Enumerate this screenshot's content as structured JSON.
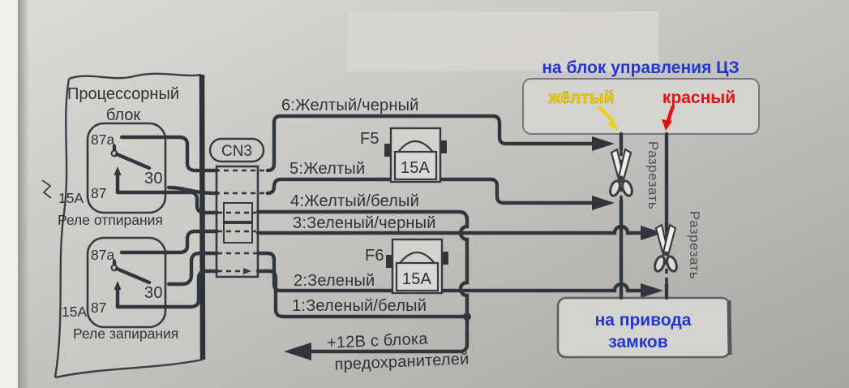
{
  "diagram": {
    "processor_block": {
      "title_line1": "Процессорный",
      "title_line2": "блок",
      "relay_unlock_name": "Реле отпирания",
      "relay_lock_name": "Реле запирания",
      "pin_87a": "87а",
      "pin_30": "30",
      "pin_87": "87",
      "relay_rating": "15А"
    },
    "connector": {
      "label": "CN3"
    },
    "wires": [
      {
        "num_label": "1:Зеленый/белый"
      },
      {
        "num_label": "2:Зеленый"
      },
      {
        "num_label": "3:Зеленый/черный"
      },
      {
        "num_label": "4:Желтый/белый"
      },
      {
        "num_label": "5:Желтый"
      },
      {
        "num_label": "6:Желтый/черный"
      }
    ],
    "fuses": {
      "f5_name": "F5",
      "f6_name": "F6",
      "rating": "15А"
    },
    "power_feed": {
      "line1": "+12В с блока",
      "line2": "предохранителей"
    },
    "annotations": {
      "cl_unit_box_label": "на блок управления ЦЗ",
      "yellow_wire_label": "жёлтый",
      "red_wire_label": "красный",
      "cut_label": "Разрезать",
      "actuator_box_line1": "на привода",
      "actuator_box_line2": "замков"
    },
    "colors": {
      "annotation_blue": "#2336d4",
      "annotation_yellow": "#f0d014",
      "annotation_red": "#e01212",
      "line_ink": "#31363c",
      "paper": "#c9c8c4"
    }
  }
}
